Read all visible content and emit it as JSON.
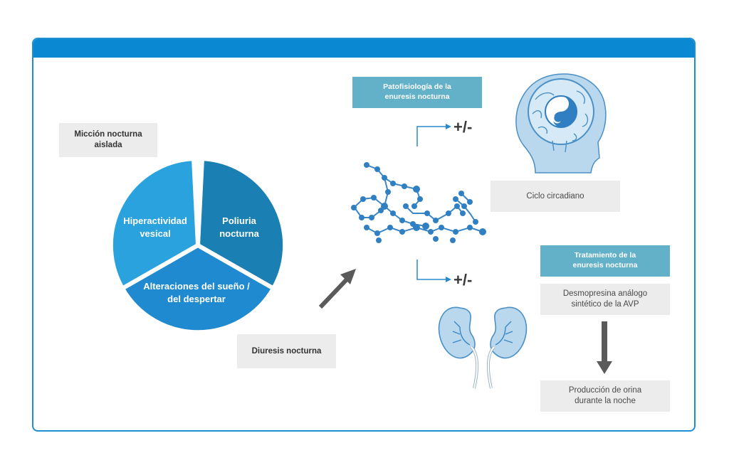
{
  "colors": {
    "frame": "#1e8fd0",
    "slice_hiperactividad": "#2aa2dd",
    "slice_poliuria": "#1a7fb2",
    "slice_alteraciones": "#1f8ad0",
    "box_teal": "#63b0c9",
    "box_grey": "#ececec",
    "arrow_grey": "#5a5a5a"
  },
  "pie": {
    "slice_hiperactividad": "Hiperactividad vesical",
    "slice_poliuria": "Poliuria nocturna",
    "slice_alteraciones": "Alteraciones del sueño / del despertar"
  },
  "boxes": {
    "miccion": "Micción nocturna aislada",
    "diuresis": "Diuresis nocturna",
    "patofisiologia": "Patofisiología de la enuresis nocturna",
    "ciclo": "Ciclo circadiano",
    "tratamiento": "Tratamiento de la enuresis nocturna",
    "desmopresina": "Desmopresina análogo sintético de la AVP",
    "produccion": "Producción de orina durante la noche"
  },
  "symbols": {
    "plus_minus_top": "+/-",
    "plus_minus_bottom": "+/-"
  },
  "icons": [
    "molecule-icon",
    "brain-yin-yang-icon",
    "kidneys-icon"
  ]
}
